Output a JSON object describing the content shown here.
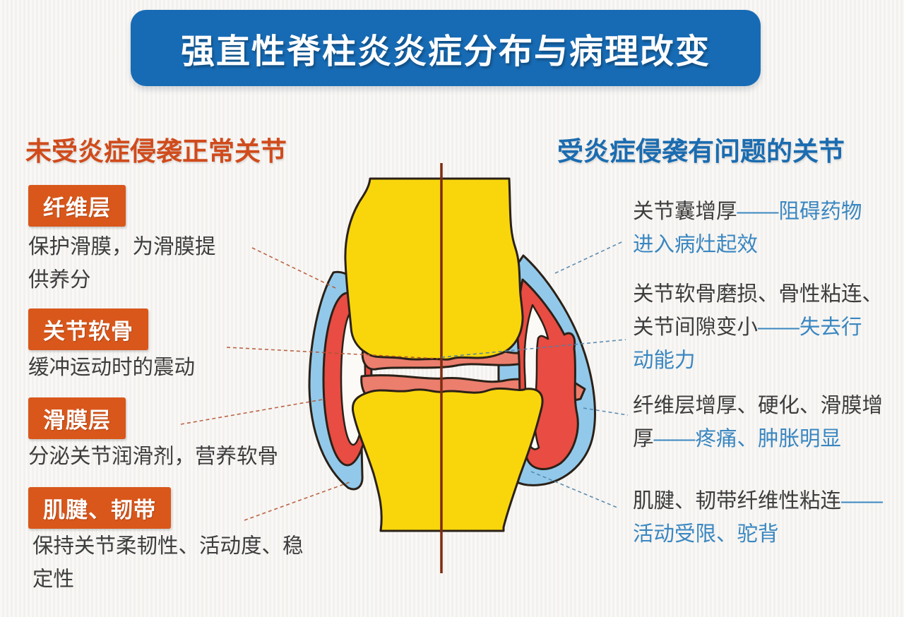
{
  "title": "强直性脊柱炎炎症分布与病理改变",
  "left_panel": {
    "heading": "未受炎症侵袭正常关节",
    "items": [
      {
        "label": "纤维层",
        "desc": "保护滑膜，为滑膜提供养分"
      },
      {
        "label": "关节软骨",
        "desc": "缓冲运动时的震动"
      },
      {
        "label": "滑膜层",
        "desc": "分泌关节润滑剂，营养软骨"
      },
      {
        "label": "肌腱、韧带",
        "desc": "保持关节柔韧性、活动度、稳定性"
      }
    ]
  },
  "right_panel": {
    "heading": "受炎症侵袭有问题的关节",
    "items": [
      {
        "plain": "关节囊增厚",
        "highlight": "——阻碍药物进入病灶起效"
      },
      {
        "plain": "关节软骨磨损、骨性粘连、关节间隙变小",
        "highlight": "——失去行动能力"
      },
      {
        "plain": "纤维层增厚、硬化、滑膜增厚",
        "highlight": "——疼痛、肿胀明显"
      },
      {
        "plain": "肌腱、韧带纤维性粘连",
        "highlight": "——活动受限、驼背"
      }
    ]
  },
  "colors": {
    "banner_bg": "#176bb4",
    "left_accent": "#d04b1c",
    "label_box_bg": "#d9571b",
    "right_accent": "#1b6cb0",
    "highlight_blue": "#3a87c1",
    "text_dark": "#3d3d3d",
    "bone_yellow": "#f8d60b",
    "capsule_blue": "#92c9ea",
    "synovium_red": "#e84c42",
    "cartilage_salmon": "#ec7e6d",
    "outline_dark": "#2b2118",
    "divider_line": "#7e2c10",
    "leader_left": "#b25332",
    "leader_right": "#4e81a8",
    "page_bg": "#f6f4f1"
  }
}
